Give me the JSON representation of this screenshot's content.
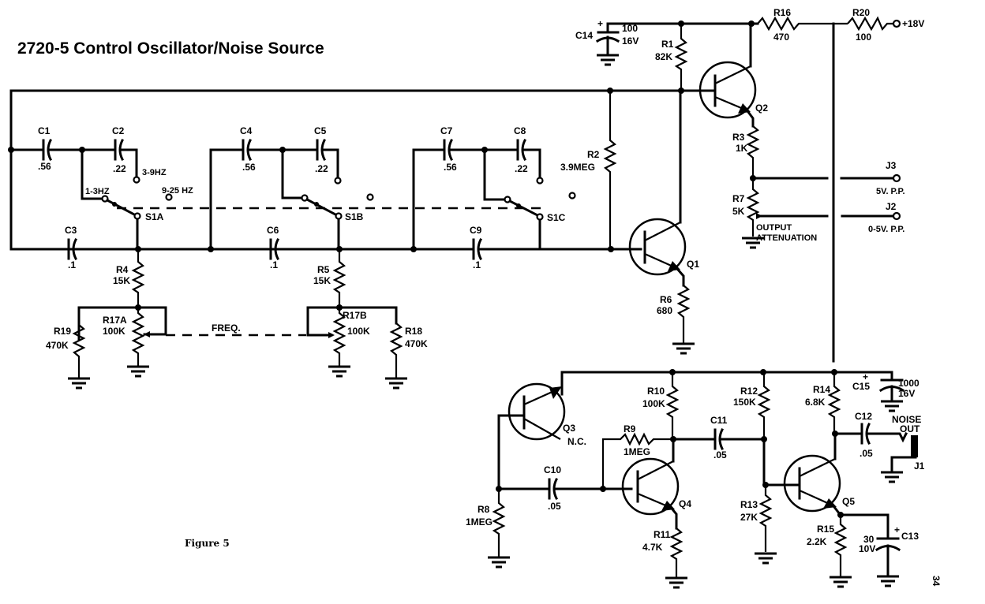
{
  "title": "2720-5 Control Oscillator/Noise Source",
  "figure_caption": "Figure 5",
  "page_mark": "34",
  "supply": {
    "label": "+18V"
  },
  "capacitors": {
    "C1": {
      "ref": "C1",
      "value": ".56"
    },
    "C2": {
      "ref": "C2",
      "value": ".22"
    },
    "C3": {
      "ref": "C3",
      "value": ".1"
    },
    "C4": {
      "ref": "C4",
      "value": ".56"
    },
    "C5": {
      "ref": "C5",
      "value": ".22"
    },
    "C6": {
      "ref": "C6",
      "value": ".1"
    },
    "C7": {
      "ref": "C7",
      "value": ".56"
    },
    "C8": {
      "ref": "C8",
      "value": ".22"
    },
    "C9": {
      "ref": "C9",
      "value": ".1"
    },
    "C10": {
      "ref": "C10",
      "value": ".05"
    },
    "C11": {
      "ref": "C11",
      "value": ".05"
    },
    "C12": {
      "ref": "C12",
      "value": ".05"
    },
    "C13": {
      "ref": "C13",
      "value": "30",
      "voltage": "10V"
    },
    "C14": {
      "ref": "C14",
      "value": "100",
      "voltage": "16V"
    },
    "C15": {
      "ref": "C15",
      "value": "1000",
      "voltage": "16V"
    }
  },
  "resistors": {
    "R1": {
      "ref": "R1",
      "value": "82K"
    },
    "R2": {
      "ref": "R2",
      "value": "3.9MEG"
    },
    "R3": {
      "ref": "R3",
      "value": "1K"
    },
    "R4": {
      "ref": "R4",
      "value": "15K"
    },
    "R5": {
      "ref": "R5",
      "value": "15K"
    },
    "R6": {
      "ref": "R6",
      "value": "680"
    },
    "R7": {
      "ref": "R7",
      "value": "5K"
    },
    "R8": {
      "ref": "R8",
      "value": "1MEG"
    },
    "R9": {
      "ref": "R9",
      "value": "1MEG"
    },
    "R10": {
      "ref": "R10",
      "value": "100K"
    },
    "R11": {
      "ref": "R11",
      "value": "4.7K"
    },
    "R12": {
      "ref": "R12",
      "value": "150K"
    },
    "R13": {
      "ref": "R13",
      "value": "27K"
    },
    "R14": {
      "ref": "R14",
      "value": "6.8K"
    },
    "R15": {
      "ref": "R15",
      "value": "2.2K"
    },
    "R16": {
      "ref": "R16",
      "value": "470"
    },
    "R17A": {
      "ref": "R17A",
      "value": "100K"
    },
    "R17B": {
      "ref": "R17B",
      "value": "100K"
    },
    "R18": {
      "ref": "R18",
      "value": "470K"
    },
    "R19": {
      "ref": "R19",
      "value": "470K"
    },
    "R20": {
      "ref": "R20",
      "value": "100"
    }
  },
  "transistors": {
    "Q1": {
      "ref": "Q1"
    },
    "Q2": {
      "ref": "Q2"
    },
    "Q3": {
      "ref": "Q3",
      "note": "N.C."
    },
    "Q4": {
      "ref": "Q4"
    },
    "Q5": {
      "ref": "Q5"
    }
  },
  "switches": {
    "S1A": {
      "ref": "S1A"
    },
    "S1B": {
      "ref": "S1B"
    },
    "S1C": {
      "ref": "S1C"
    },
    "ranges": [
      "1-3HZ",
      "3-9HZ",
      "9-25 HZ"
    ]
  },
  "pot_link_label": "FREQ.",
  "output_attenuation_label": [
    "OUTPUT",
    "ATTENUATION"
  ],
  "jacks": {
    "J1": {
      "ref": "J1",
      "label": [
        "NOISE",
        "OUT"
      ]
    },
    "J2": {
      "ref": "J2",
      "label": "0-5V. P.P."
    },
    "J3": {
      "ref": "J3",
      "label": "5V. P.P."
    }
  }
}
